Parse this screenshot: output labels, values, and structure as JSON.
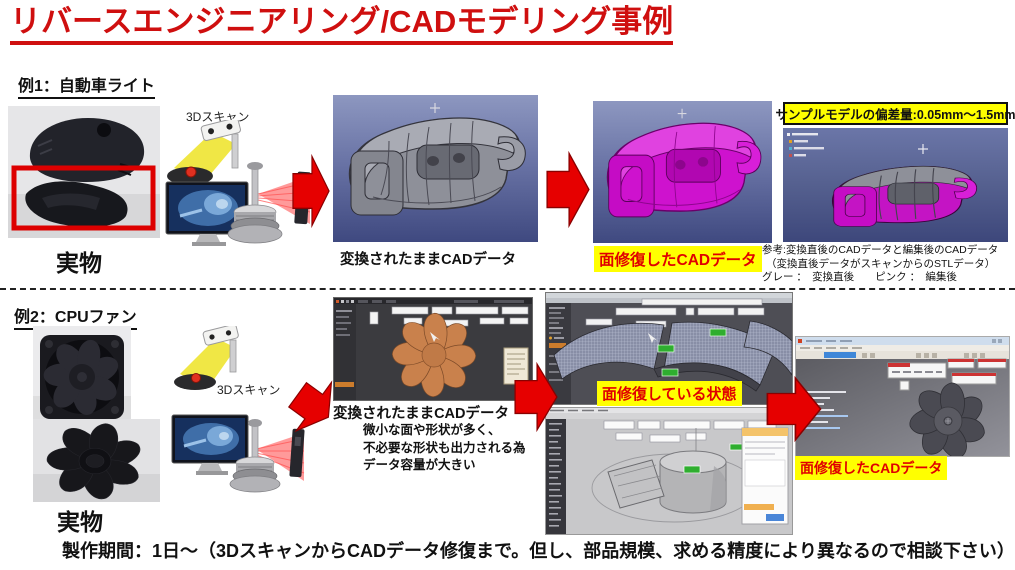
{
  "page": {
    "title": "リバースエンジニアリング/CADモデリング事例",
    "footer": "製作期間：1日～（3DスキャンからCADデータ修復まで。但し、部品規模、求める精度により異なるので相談下さい）"
  },
  "example1": {
    "heading": "例1：自動車ライト",
    "scan_label": "3Dスキャン",
    "real_caption": "実物",
    "converted_caption": "変換されたままCADデータ",
    "repaired_caption": "面修復したCADデータ",
    "deviation_banner": "サンプルモデルの偏差量:0.05mm～1.5mm",
    "notes": [
      "参考:変換直後のCADデータと編集後のCADデータ",
      "（変換直後データがスキャンからのSTLデータ）",
      "グレー ：　変換直後　　ピンク ：　編集後"
    ]
  },
  "example2": {
    "heading": "例2：CPUファン",
    "scan_label": "3Dスキャン",
    "real_caption": "実物",
    "converted_caption": "変換されたままCADデータ",
    "size_notes": [
      "微小な面や形状が多く、",
      "不必要な形状も出力される為",
      "データ容量が大きい"
    ],
    "repairing_caption": "面修復している状態",
    "repaired_caption": "面修復したCADデータ"
  },
  "colors": {
    "accent_red": "#cf0f0f",
    "arrow_red": "#e60000",
    "highlight_yellow": "#ffff00",
    "label_red": "#e00000",
    "magenta_model": "#ce12ce",
    "cad_background_top": "#8d97c0",
    "cad_background_bottom": "#3f4980"
  }
}
